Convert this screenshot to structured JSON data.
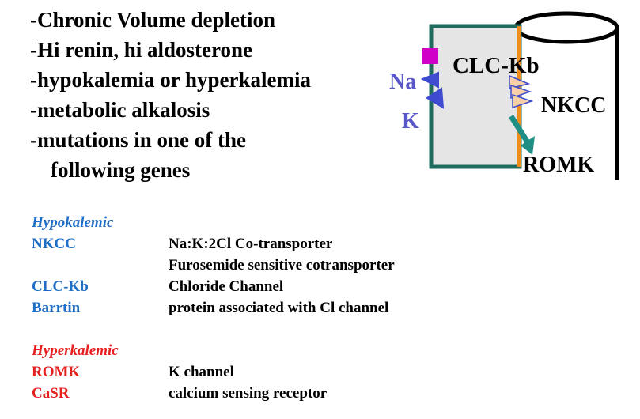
{
  "bullets": [
    "-Chronic Volume depletion",
    "-Hi renin, hi aldosterone",
    "-hypokalemia or hyperkalemia",
    "-metabolic alkalosis",
    "-mutations in one of the",
    "following genes"
  ],
  "diagram": {
    "labels": {
      "clc": "CLC-Kb",
      "na": "Na",
      "k": "K",
      "nkcc": "NKCC",
      "romk": "ROMK"
    },
    "colors": {
      "cell_border": "#1f6b5e",
      "cell_fill": "#e5e5e5",
      "apical_membrane": "#f28c18",
      "pump": "#d000c8",
      "na_k_label": "#5a57c8",
      "pump_triangles": "#3f4bd0",
      "nkcc_symbol": "#f7d0a8",
      "romk_arrow": "#1f8f86"
    }
  },
  "table": {
    "hypokalemic": {
      "heading": "Hypokalemic",
      "rows": [
        {
          "gene": "NKCC",
          "desc": "Na:K:2Cl Co-transporter"
        },
        {
          "gene": "",
          "desc": "Furosemide sensitive cotransporter"
        },
        {
          "gene": "CLC-Kb",
          "desc": "Chloride Channel"
        },
        {
          "gene": "Barrtin",
          "desc": "protein associated with Cl channel"
        }
      ]
    },
    "hyperkalemic": {
      "heading": "Hyperkalemic",
      "rows": [
        {
          "gene": "ROMK",
          "desc": "K channel"
        },
        {
          "gene": "CaSR",
          "desc": "calcium sensing receptor"
        }
      ]
    },
    "colors": {
      "hypokalemic": "#1f6fc6",
      "hyperkalemic": "#e5201f"
    }
  }
}
